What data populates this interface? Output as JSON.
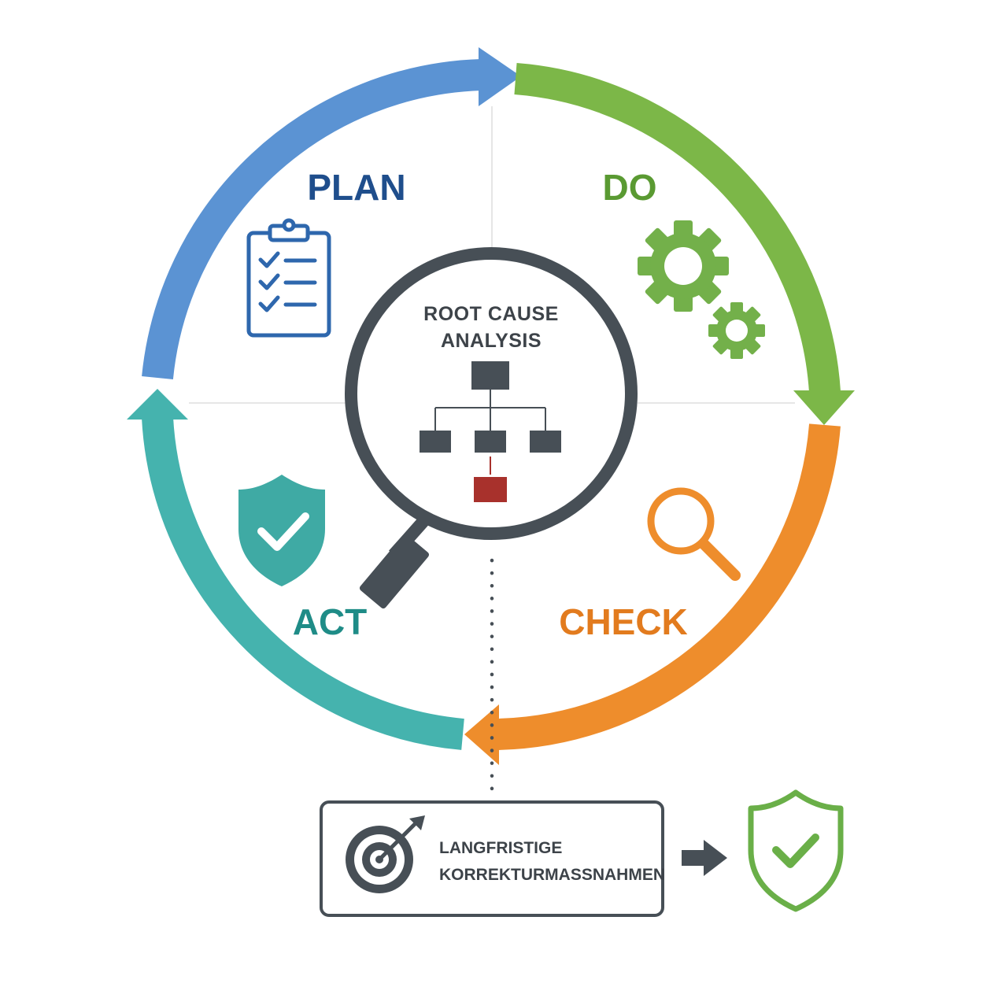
{
  "cycle": {
    "plan": {
      "label": "PLAN",
      "color": "#1f4e8c",
      "arc_color": "#5b93d3",
      "icon": "clipboard-checklist-icon"
    },
    "do": {
      "label": "DO",
      "color": "#5a9a32",
      "arc_color": "#7cb748",
      "icon": "gears-icon"
    },
    "check": {
      "label": "CHECK",
      "color": "#e27b1e",
      "arc_color": "#ee8d2c",
      "icon": "magnifier-icon"
    },
    "act": {
      "label": "ACT",
      "color": "#1f8c87",
      "arc_color": "#45b3ae",
      "icon": "shield-check-icon"
    }
  },
  "center": {
    "title_line1": "ROOT CAUSE",
    "title_line2": "ANALYSIS",
    "icon": "magnifying-glass-hierarchy-icon",
    "root_cause_color": "#a8312c",
    "node_color": "#474f56"
  },
  "result": {
    "line1": "LANGFRISTIGE",
    "line2": "KORREKTURMASSNAHMEN",
    "icon": "target-arrow-icon",
    "arrow_icon": "arrow-right-icon",
    "outcome_icon": "shield-check-icon",
    "outcome_color": "#6aaf48"
  }
}
